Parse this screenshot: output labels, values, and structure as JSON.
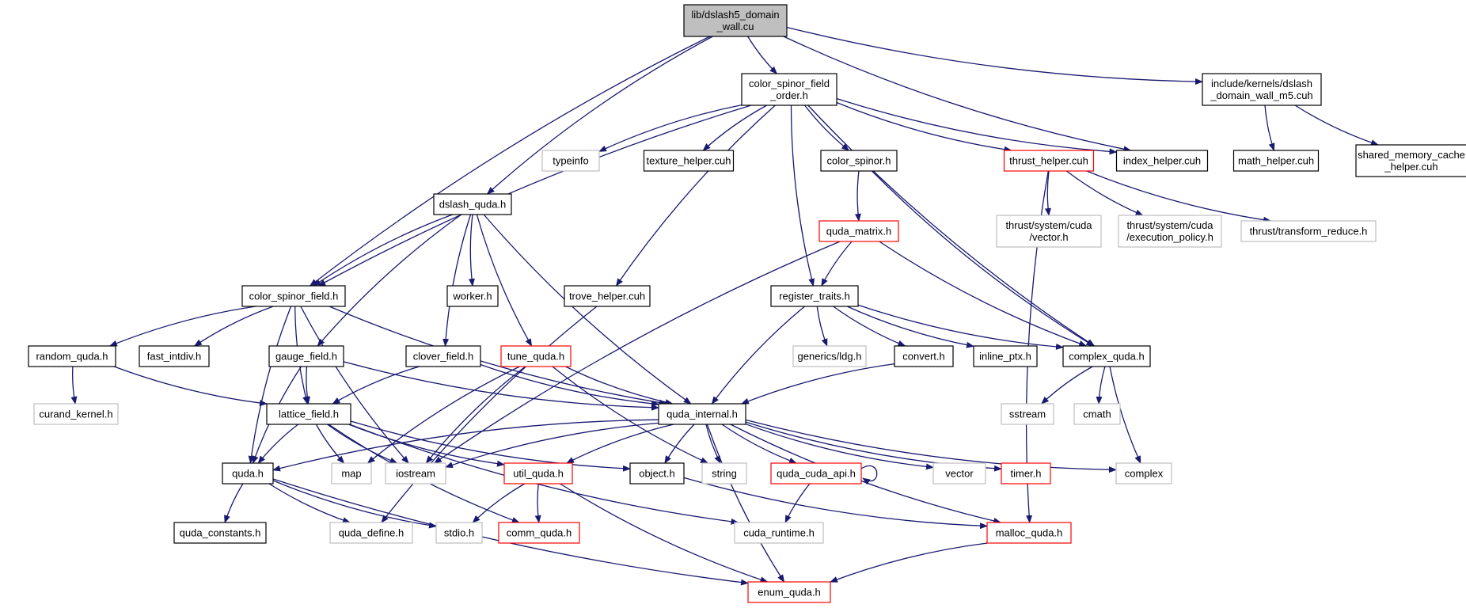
{
  "colors": {
    "edge": "#191970",
    "normal_border": "#000000",
    "missing_border": "#bfbfbf",
    "incomplete_border": "#ff0000",
    "root_fill": "#bfbfbf",
    "fill": "#ffffff"
  },
  "nodes": [
    {
      "id": "root",
      "lines": [
        "lib/dslash5_domain",
        "_wall.cu"
      ],
      "style": "root"
    },
    {
      "id": "csfo",
      "lines": [
        "color_spinor_field",
        "_order.h"
      ],
      "style": "normal"
    },
    {
      "id": "kern",
      "lines": [
        "include/kernels/dslash",
        "_domain_wall_m5.cuh"
      ],
      "style": "normal"
    },
    {
      "id": "typeinfo",
      "lines": [
        "typeinfo"
      ],
      "style": "missing"
    },
    {
      "id": "texh",
      "lines": [
        "texture_helper.cuh"
      ],
      "style": "normal"
    },
    {
      "id": "cspinor",
      "lines": [
        "color_spinor.h"
      ],
      "style": "normal"
    },
    {
      "id": "thrusth",
      "lines": [
        "thrust_helper.cuh"
      ],
      "style": "incomplete"
    },
    {
      "id": "indexh",
      "lines": [
        "index_helper.cuh"
      ],
      "style": "normal"
    },
    {
      "id": "mathh",
      "lines": [
        "math_helper.cuh"
      ],
      "style": "normal"
    },
    {
      "id": "shmem",
      "lines": [
        "shared_memory_cache",
        "_helper.cuh"
      ],
      "style": "normal"
    },
    {
      "id": "tvec",
      "lines": [
        "thrust/system/cuda",
        "/vector.h"
      ],
      "style": "missing"
    },
    {
      "id": "texec",
      "lines": [
        "thrust/system/cuda",
        "/execution_policy.h"
      ],
      "style": "missing"
    },
    {
      "id": "ttr",
      "lines": [
        "thrust/transform_reduce.h"
      ],
      "style": "missing"
    },
    {
      "id": "dslashq",
      "lines": [
        "dslash_quda.h"
      ],
      "style": "normal"
    },
    {
      "id": "qmatrix",
      "lines": [
        "quda_matrix.h"
      ],
      "style": "incomplete"
    },
    {
      "id": "csf",
      "lines": [
        "color_spinor_field.h"
      ],
      "style": "normal"
    },
    {
      "id": "worker",
      "lines": [
        "worker.h"
      ],
      "style": "normal"
    },
    {
      "id": "trove",
      "lines": [
        "trove_helper.cuh"
      ],
      "style": "normal"
    },
    {
      "id": "regtr",
      "lines": [
        "register_traits.h"
      ],
      "style": "normal"
    },
    {
      "id": "randq",
      "lines": [
        "random_quda.h"
      ],
      "style": "normal"
    },
    {
      "id": "fastdiv",
      "lines": [
        "fast_intdiv.h"
      ],
      "style": "normal"
    },
    {
      "id": "gauge",
      "lines": [
        "gauge_field.h"
      ],
      "style": "normal"
    },
    {
      "id": "clover",
      "lines": [
        "clover_field.h"
      ],
      "style": "normal"
    },
    {
      "id": "tuneq",
      "lines": [
        "tune_quda.h"
      ],
      "style": "incomplete"
    },
    {
      "id": "ldg",
      "lines": [
        "generics/ldg.h"
      ],
      "style": "missing"
    },
    {
      "id": "convert",
      "lines": [
        "convert.h"
      ],
      "style": "normal"
    },
    {
      "id": "inlptx",
      "lines": [
        "inline_ptx.h"
      ],
      "style": "normal"
    },
    {
      "id": "complexq",
      "lines": [
        "complex_quda.h"
      ],
      "style": "normal"
    },
    {
      "id": "curand",
      "lines": [
        "curand_kernel.h"
      ],
      "style": "missing"
    },
    {
      "id": "lattice",
      "lines": [
        "lattice_field.h"
      ],
      "style": "normal"
    },
    {
      "id": "qinternal",
      "lines": [
        "quda_internal.h"
      ],
      "style": "normal"
    },
    {
      "id": "sstream",
      "lines": [
        "sstream"
      ],
      "style": "missing"
    },
    {
      "id": "cmath",
      "lines": [
        "cmath"
      ],
      "style": "missing"
    },
    {
      "id": "qudah",
      "lines": [
        "quda.h"
      ],
      "style": "normal"
    },
    {
      "id": "map",
      "lines": [
        "map"
      ],
      "style": "missing"
    },
    {
      "id": "iostream",
      "lines": [
        "iostream"
      ],
      "style": "missing"
    },
    {
      "id": "utilq",
      "lines": [
        "util_quda.h"
      ],
      "style": "incomplete"
    },
    {
      "id": "object",
      "lines": [
        "object.h"
      ],
      "style": "normal"
    },
    {
      "id": "string",
      "lines": [
        "string"
      ],
      "style": "missing"
    },
    {
      "id": "cudaapi",
      "lines": [
        "quda_cuda_api.h"
      ],
      "style": "incomplete"
    },
    {
      "id": "vector",
      "lines": [
        "vector"
      ],
      "style": "missing"
    },
    {
      "id": "timer",
      "lines": [
        "timer.h"
      ],
      "style": "incomplete"
    },
    {
      "id": "complex",
      "lines": [
        "complex"
      ],
      "style": "missing"
    },
    {
      "id": "qconst",
      "lines": [
        "quda_constants.h"
      ],
      "style": "normal"
    },
    {
      "id": "qdefine",
      "lines": [
        "quda_define.h"
      ],
      "style": "missing"
    },
    {
      "id": "stdio",
      "lines": [
        "stdio.h"
      ],
      "style": "missing"
    },
    {
      "id": "commq",
      "lines": [
        "comm_quda.h"
      ],
      "style": "incomplete"
    },
    {
      "id": "cudart",
      "lines": [
        "cuda_runtime.h"
      ],
      "style": "missing"
    },
    {
      "id": "mallocq",
      "lines": [
        "malloc_quda.h"
      ],
      "style": "incomplete"
    },
    {
      "id": "enumq",
      "lines": [
        "enum_quda.h"
      ],
      "style": "incomplete"
    }
  ],
  "edges": [
    [
      "root",
      "csfo"
    ],
    [
      "root",
      "kern"
    ],
    [
      "root",
      "indexh"
    ],
    [
      "root",
      "dslashq"
    ],
    [
      "root",
      "csf"
    ],
    [
      "csfo",
      "typeinfo"
    ],
    [
      "csfo",
      "texh"
    ],
    [
      "csfo",
      "cspinor"
    ],
    [
      "csfo",
      "thrusth"
    ],
    [
      "csfo",
      "indexh"
    ],
    [
      "csfo",
      "csf"
    ],
    [
      "csfo",
      "trove"
    ],
    [
      "csfo",
      "regtr"
    ],
    [
      "csfo",
      "complexq"
    ],
    [
      "kern",
      "mathh"
    ],
    [
      "kern",
      "shmem"
    ],
    [
      "thrusth",
      "tvec"
    ],
    [
      "thrusth",
      "texec"
    ],
    [
      "thrusth",
      "ttr"
    ],
    [
      "thrusth",
      "mallocq"
    ],
    [
      "cspinor",
      "qmatrix"
    ],
    [
      "cspinor",
      "complexq"
    ],
    [
      "qmatrix",
      "regtr"
    ],
    [
      "qmatrix",
      "complexq"
    ],
    [
      "qmatrix",
      "iostream"
    ],
    [
      "dslashq",
      "csf"
    ],
    [
      "dslashq",
      "worker"
    ],
    [
      "dslashq",
      "gauge"
    ],
    [
      "dslashq",
      "clover"
    ],
    [
      "dslashq",
      "tuneq"
    ],
    [
      "dslashq",
      "qinternal"
    ],
    [
      "csf",
      "randq"
    ],
    [
      "csf",
      "fastdiv"
    ],
    [
      "csf",
      "lattice"
    ],
    [
      "csf",
      "qinternal"
    ],
    [
      "csf",
      "iostream"
    ],
    [
      "csf",
      "qudah"
    ],
    [
      "trove",
      "qdefine"
    ],
    [
      "regtr",
      "ldg"
    ],
    [
      "regtr",
      "convert"
    ],
    [
      "regtr",
      "inlptx"
    ],
    [
      "regtr",
      "complexq"
    ],
    [
      "regtr",
      "qinternal"
    ],
    [
      "randq",
      "curand"
    ],
    [
      "randq",
      "lattice"
    ],
    [
      "gauge",
      "lattice"
    ],
    [
      "gauge",
      "qudah"
    ],
    [
      "gauge",
      "qinternal"
    ],
    [
      "clover",
      "lattice"
    ],
    [
      "clover",
      "qinternal"
    ],
    [
      "tuneq",
      "qinternal"
    ],
    [
      "tuneq",
      "string"
    ],
    [
      "tuneq",
      "iostream"
    ],
    [
      "tuneq",
      "map"
    ],
    [
      "convert",
      "qinternal"
    ],
    [
      "complexq",
      "sstream"
    ],
    [
      "complexq",
      "cmath"
    ],
    [
      "complexq",
      "complex"
    ],
    [
      "lattice",
      "qudah"
    ],
    [
      "lattice",
      "map"
    ],
    [
      "lattice",
      "iostream"
    ],
    [
      "lattice",
      "utilq"
    ],
    [
      "lattice",
      "object"
    ],
    [
      "lattice",
      "cudart"
    ],
    [
      "lattice",
      "commq"
    ],
    [
      "qinternal",
      "qudah"
    ],
    [
      "qinternal",
      "iostream"
    ],
    [
      "qinternal",
      "utilq"
    ],
    [
      "qinternal",
      "object"
    ],
    [
      "qinternal",
      "string"
    ],
    [
      "qinternal",
      "cudaapi"
    ],
    [
      "qinternal",
      "vector"
    ],
    [
      "qinternal",
      "timer"
    ],
    [
      "qinternal",
      "complex"
    ],
    [
      "qinternal",
      "mallocq"
    ],
    [
      "qinternal",
      "enumq"
    ],
    [
      "qudah",
      "qconst"
    ],
    [
      "qudah",
      "qdefine"
    ],
    [
      "qudah",
      "stdio"
    ],
    [
      "qudah",
      "enumq"
    ],
    [
      "utilq",
      "stdio"
    ],
    [
      "utilq",
      "commq"
    ],
    [
      "utilq",
      "enumq"
    ],
    [
      "object",
      "mallocq"
    ],
    [
      "cudaapi",
      "cudaapi"
    ],
    [
      "cudaapi",
      "cudart"
    ],
    [
      "mallocq",
      "enumq"
    ]
  ]
}
